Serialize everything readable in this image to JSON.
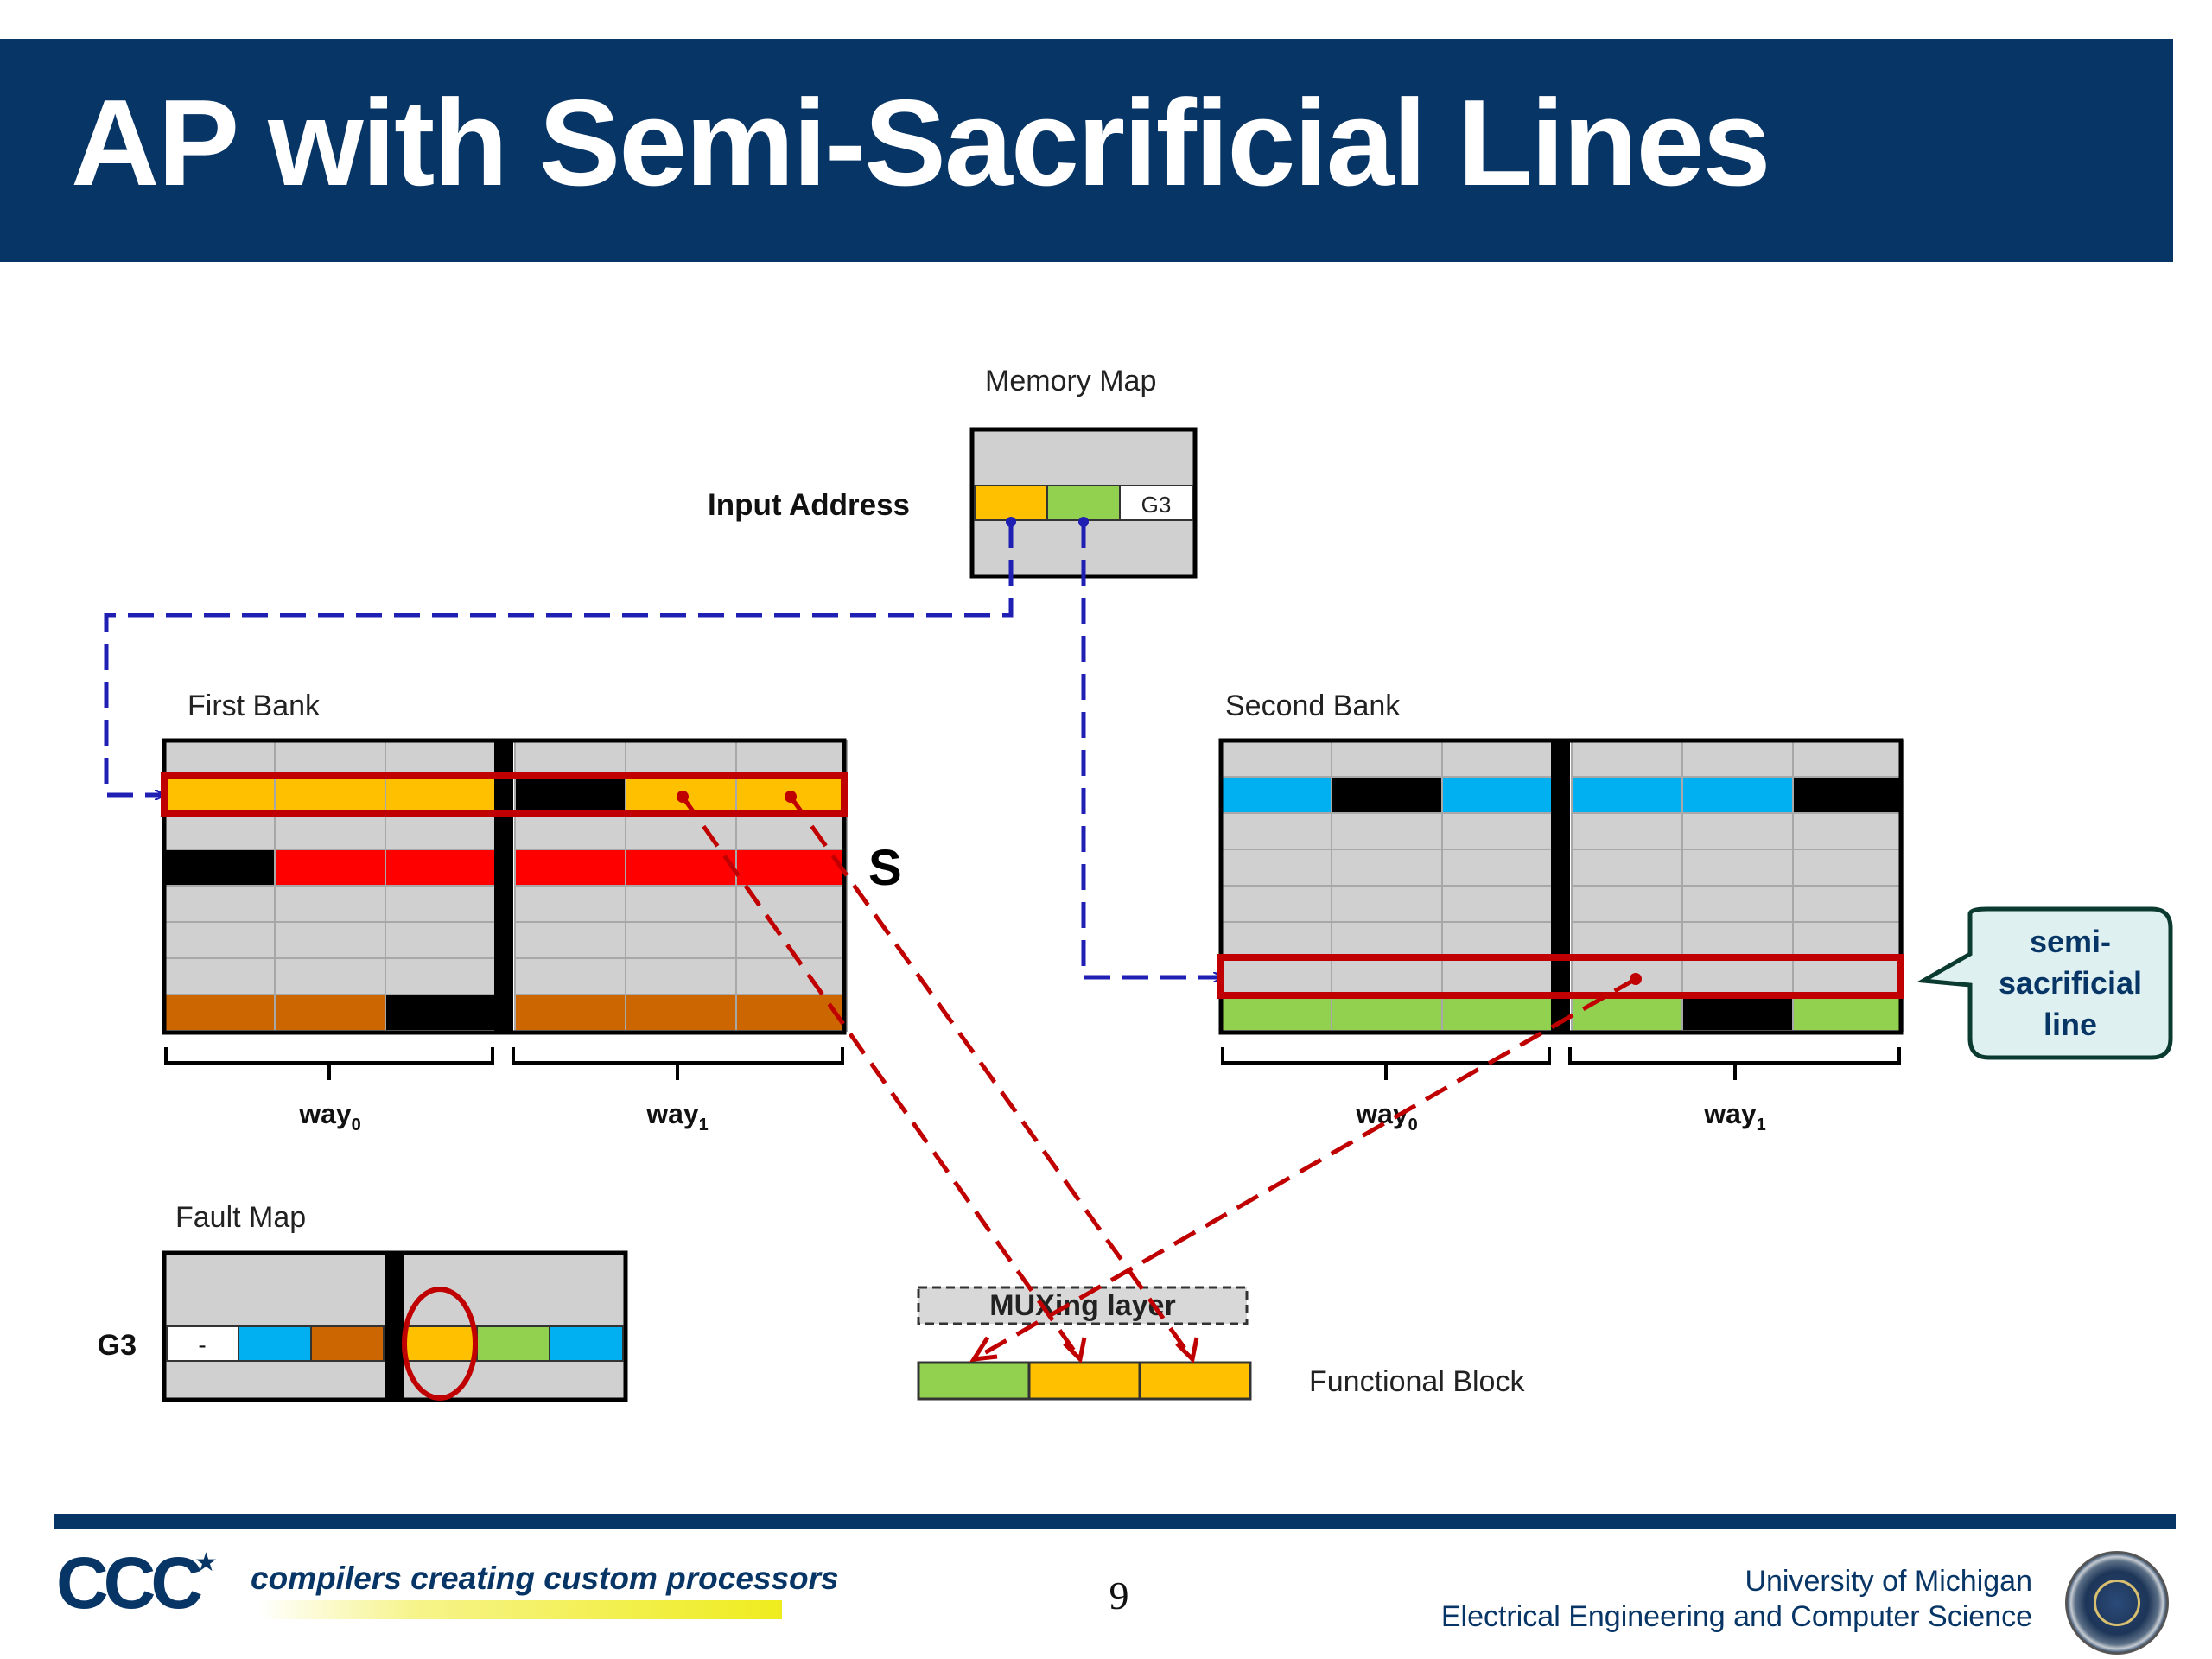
{
  "slide": {
    "title": "AP with Semi-Sacrificial Lines",
    "page_number": "9"
  },
  "diagram": {
    "memory_map_label": "Memory Map",
    "input_address_label": "Input Address",
    "g3_tag": "G3",
    "first_bank_label": "First Bank",
    "second_bank_label": "Second Bank",
    "sacrificial_marker": "S",
    "way_base": "way",
    "way0_sub": "0",
    "way1_sub": "1",
    "fault_map_label": "Fault Map",
    "fault_map_row_label": "G3",
    "fault_map_blank_cell": "-",
    "muxing_layer_label": "MUXing layer",
    "functional_block_label": "Functional Block",
    "callout_line1": "semi-",
    "callout_line2": "sacrificial",
    "callout_line3": "line"
  },
  "footer": {
    "logo_text": "CCC",
    "tagline": "compilers creating custom processors",
    "university": "University of Michigan",
    "department": "Electrical Engineering and Computer Science"
  },
  "colors": {
    "navy": "#073566",
    "yellow": "#ffc000",
    "green": "#92d050",
    "blue": "#00b0f0",
    "orange": "#cc6600",
    "red": "#ff0000",
    "dark_red": "#c00000",
    "black": "#000000",
    "gray": "#d0d0d0",
    "arrow_blue": "#1f1fb4",
    "callout_fill": "#dff0f0",
    "callout_stroke": "#0b3b30"
  }
}
